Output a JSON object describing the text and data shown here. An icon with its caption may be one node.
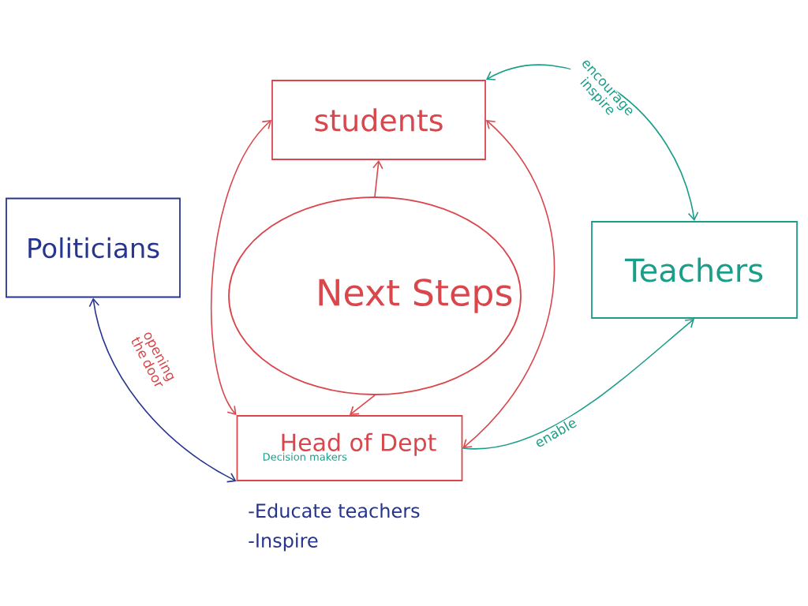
{
  "diagram": {
    "nodes": [
      {
        "text": [
          "students"
        ]
      },
      {
        "text": [
          "Politicians"
        ]
      },
      {
        "text": [
          "Next Steps"
        ]
      },
      {
        "text": [
          "Teachers"
        ]
      },
      {
        "text": [
          "Head of Dept",
          "Decision makers"
        ],
        "beside": [
          "-Educate teachers",
          "-Inspire"
        ]
      }
    ],
    "edges": [
      {
        "from": 2,
        "to": 0,
        "arrow": "to"
      },
      {
        "from": 2,
        "to": 4,
        "arrow": "to"
      },
      {
        "from": 0,
        "to": 4,
        "arrow": "both"
      },
      {
        "from": 0,
        "to": 4,
        "arrow": "both"
      },
      {
        "from": 0,
        "to": 3,
        "arrow": "both",
        "label": "encourage inspire",
        "color": "#1a9e8a"
      },
      {
        "from": 4,
        "to": 3,
        "arrow": "to",
        "label": "enable",
        "color": "#1a9e8a"
      },
      {
        "from": 1,
        "to": 4,
        "arrow": "both",
        "label": "opening the door",
        "color": "#27358f"
      }
    ]
  }
}
